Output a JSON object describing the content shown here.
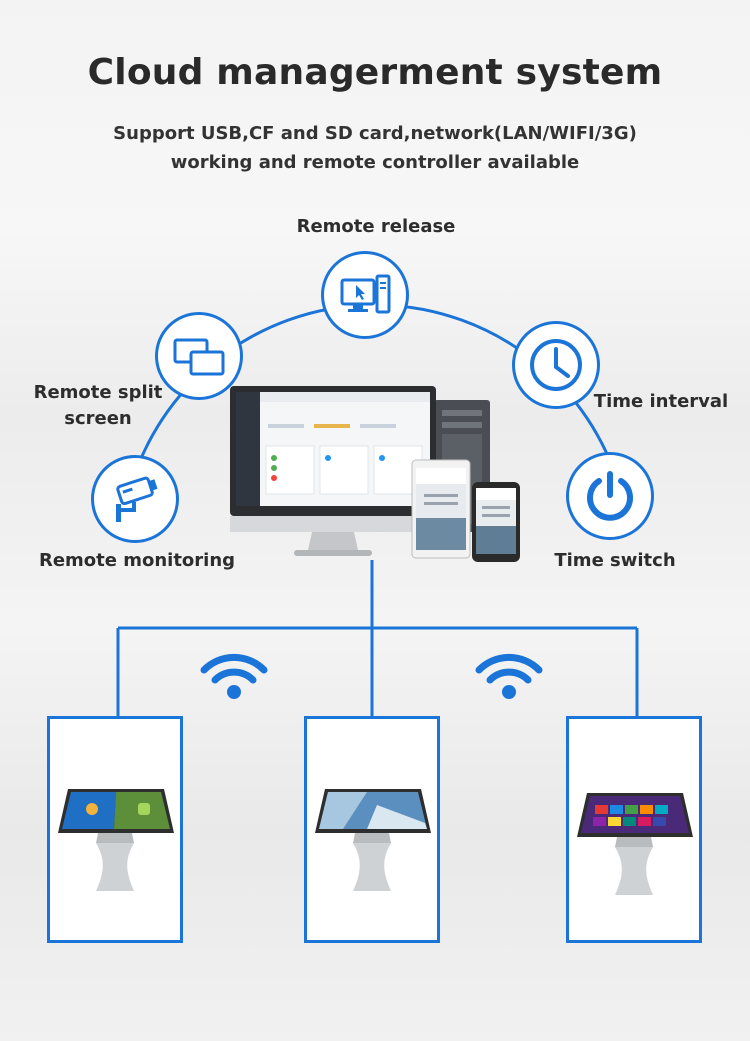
{
  "header": {
    "title": "Cloud managerment system",
    "subtitle_line1": "Support USB,CF and SD card,network(LAN/WIFI/3G)",
    "subtitle_line2": "working and remote controller available"
  },
  "features": {
    "remote_release": "Remote release",
    "remote_split_line1": "Remote split",
    "remote_split_line2": "screen",
    "remote_monitoring": "Remote monitoring",
    "time_interval": "Time interval",
    "time_switch": "Time switch"
  },
  "icons": {
    "remote_release": "computer-click-icon",
    "remote_split": "split-screen-icon",
    "remote_monitoring": "cctv-camera-icon",
    "time_interval": "clock-icon",
    "time_switch": "power-icon",
    "network": "wifi-icon"
  },
  "colors": {
    "accent": "#1b74d8",
    "text": "#2b2b2b"
  }
}
